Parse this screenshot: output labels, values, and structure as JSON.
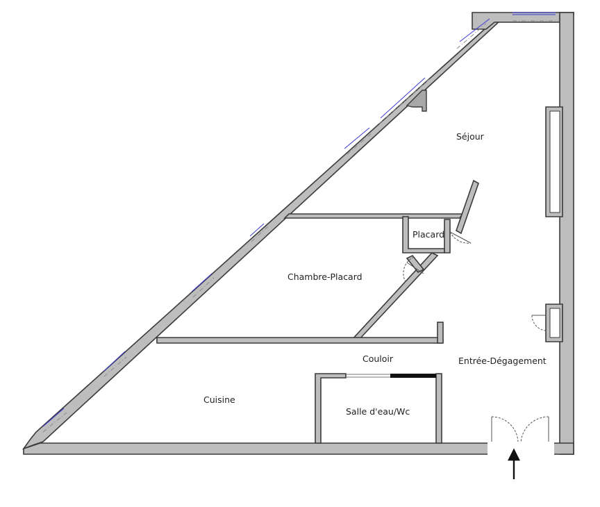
{
  "rooms": {
    "sejour": "Séjour",
    "placard": "Placard",
    "chambre": "Chambre-Placard",
    "couloir": "Couloir",
    "entree": "Entrée-Dégagement",
    "cuisine": "Cuisine",
    "salle_eau": "Salle d'eau/Wc"
  },
  "colors": {
    "wall_fill": "#bdbdbd",
    "wall_stroke": "#3a3a3a",
    "window": "#3a3ad8"
  }
}
